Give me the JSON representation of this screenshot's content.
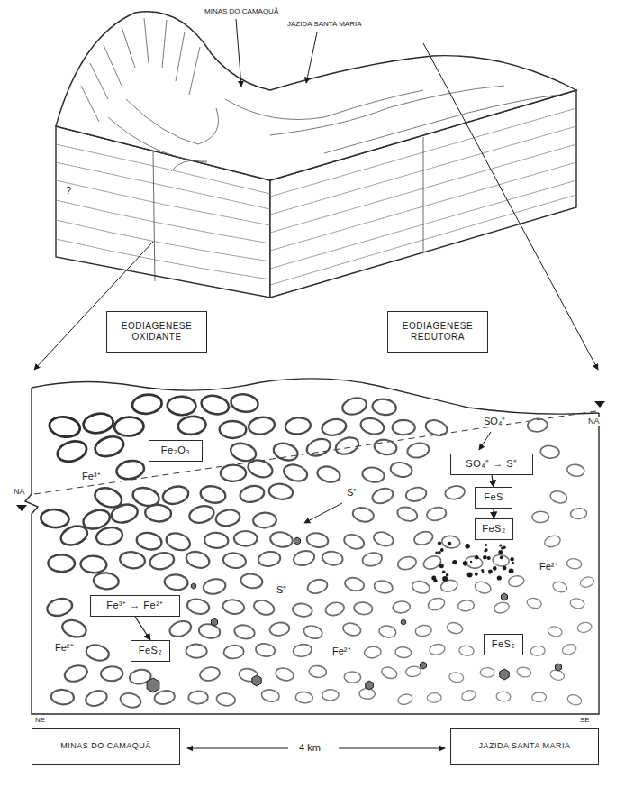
{
  "diagram": {
    "nodes": [
      {
        "text": [
          "EODIAGENESE OXIDANTE"
        ]
      },
      {
        "text": [
          "EODIAGENESE REDUTORA"
        ]
      },
      {
        "text": [
          "Fe₂O₃"
        ]
      },
      {
        "text": [
          "SO₄⁼ → S⁼"
        ]
      },
      {
        "text": [
          "FeS"
        ]
      },
      {
        "text": [
          "FeS₂"
        ]
      },
      {
        "text": [
          "Fe³⁺ → Fe²⁺"
        ]
      },
      {
        "text": [
          "FeS₂"
        ]
      },
      {
        "text": [
          "FeS₂"
        ]
      },
      {
        "text": [
          "MINAS DO CAMAQUÃ"
        ]
      },
      {
        "text": [
          "JAZIDA SANTA MARIA"
        ]
      }
    ],
    "edges": [
      {
        "from": 3,
        "to": 4,
        "arrow": "to"
      },
      {
        "from": 4,
        "to": 5,
        "arrow": "to"
      },
      {
        "from": 6,
        "to": 7,
        "arrow": "to"
      }
    ],
    "labels": [
      "MINAS DO CAMAQUÃ",
      "JAZIDA SANTA MARIA",
      "?",
      "Fe³⁺",
      "NA",
      "SO₄⁼",
      "S⁼",
      "S⁼",
      "Fe²⁺",
      "Fe²⁺",
      "Fe²⁺",
      "NA",
      "NE",
      "SE",
      "4 km"
    ]
  }
}
